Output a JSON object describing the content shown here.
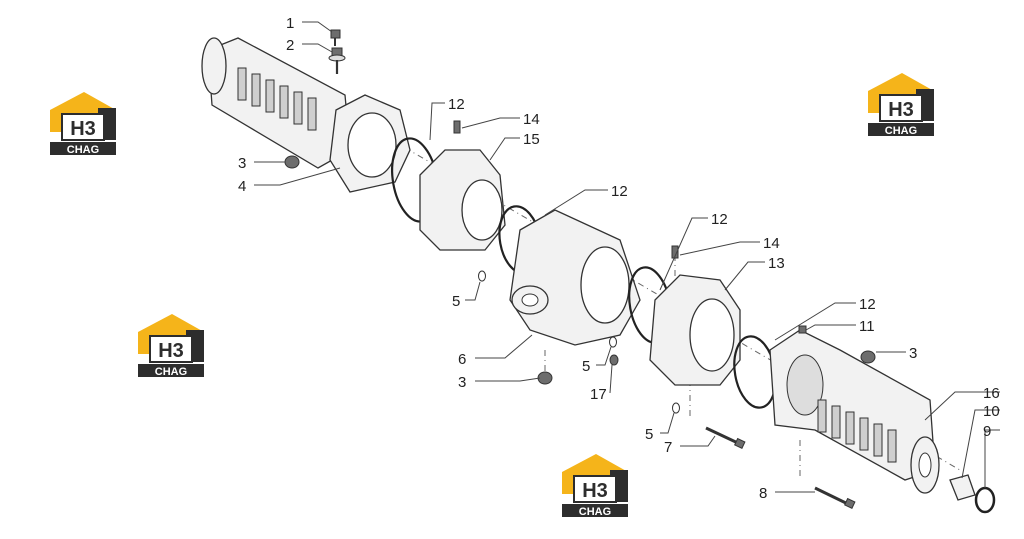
{
  "logos": [
    {
      "mark": "H3",
      "caption": "CHAG",
      "color": "#f5b41a"
    },
    {
      "mark": "H3",
      "caption": "CHAG",
      "color": "#f5b41a"
    },
    {
      "mark": "H3",
      "caption": "CHAG",
      "color": "#f5b41a"
    },
    {
      "mark": "H3",
      "caption": "CHAG",
      "color": "#f5b41a"
    }
  ],
  "callouts": [
    "1",
    "2",
    "3",
    "4",
    "12",
    "14",
    "15",
    "12",
    "5",
    "6",
    "3",
    "12",
    "14",
    "13",
    "5",
    "17",
    "5",
    "7",
    "12",
    "11",
    "3",
    "16",
    "10",
    "9",
    "8"
  ],
  "colors": {
    "logo_yellow": "#f5b41a",
    "logo_dark": "#2d2d2d",
    "line": "#333333"
  }
}
